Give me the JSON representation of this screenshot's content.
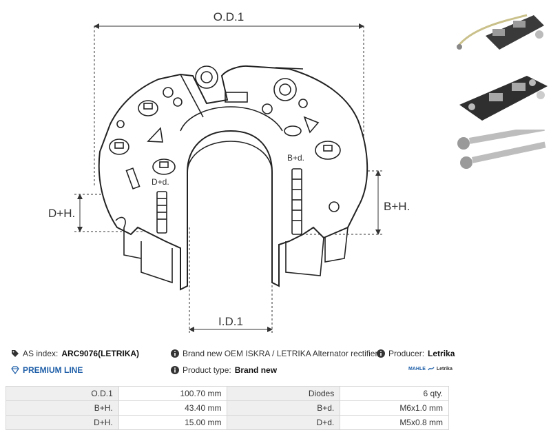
{
  "drawing": {
    "od_label": "O.D.1",
    "id_label": "I.D.1",
    "dh_label": "D+H.",
    "bh_label": "B+H.",
    "dd_label": "D+d.",
    "bd_label": "B+d."
  },
  "thumbnails": [
    {
      "icon": "rectifier-photo-1-icon"
    },
    {
      "icon": "rectifier-photo-2-icon"
    },
    {
      "icon": "screws-photo-icon"
    }
  ],
  "info": {
    "as_index_label": "AS index:",
    "as_index_value": "ARC9076(LETRIKA)",
    "description": "Brand new OEM ISKRA / LETRIKA Alternator rectifier",
    "producer_label": "Producer:",
    "producer_value": "Letrika",
    "premium_line": "PREMIUM LINE",
    "product_type_label": "Product type:",
    "product_type_value": "Brand new",
    "brand_logo_text_1": "MAHLE",
    "brand_logo_text_2": "Letrika"
  },
  "specs": [
    {
      "label1": "O.D.1",
      "value1": "100.70 mm",
      "label2": "Diodes",
      "value2": "6 qty."
    },
    {
      "label1": "B+H.",
      "value1": "43.40 mm",
      "label2": "B+d.",
      "value2": "M6x1.0 mm"
    },
    {
      "label1": "D+H.",
      "value1": "15.00 mm",
      "label2": "D+d.",
      "value2": "M5x0.8 mm"
    }
  ],
  "colors": {
    "accent": "#1f5fa8",
    "table_header_bg": "#efefef",
    "border": "#d6d6d6"
  }
}
